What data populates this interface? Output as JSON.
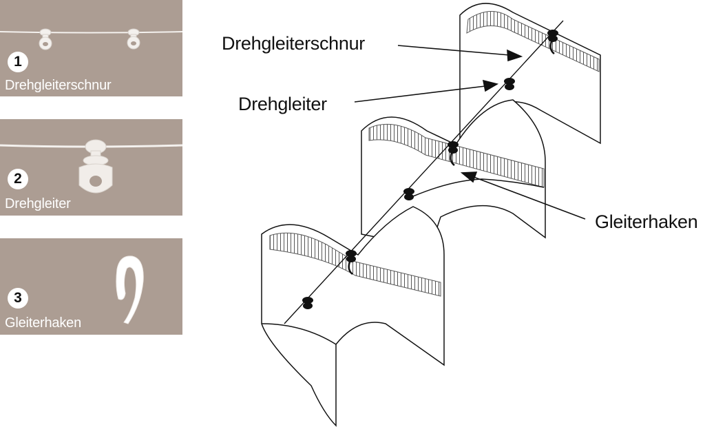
{
  "colors": {
    "panel_bg": "#ac9d93",
    "line": "#111111",
    "accent": "#ffffff"
  },
  "panels": [
    {
      "number": "1",
      "label": "Drehgleiterschnur",
      "icon": "cord-with-gliders-icon"
    },
    {
      "number": "2",
      "label": "Drehgleiter",
      "icon": "swivel-glider-icon"
    },
    {
      "number": "3",
      "label": "Gleiterhaken",
      "icon": "glider-hook-icon"
    }
  ],
  "callouts": {
    "cord": "Drehgleiterschnur",
    "glider": "Drehgleiter",
    "hook": "Gleiterhaken"
  }
}
